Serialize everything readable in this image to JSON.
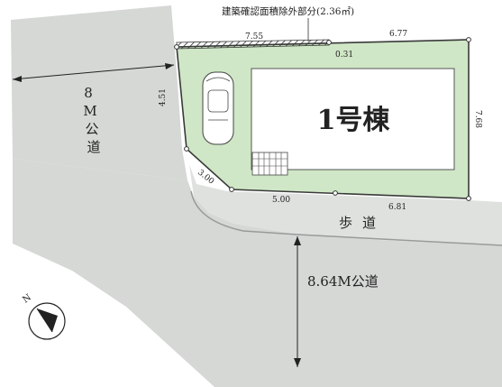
{
  "notes": {
    "setback_note": "建築確認面積除外部分(2.36㎡)"
  },
  "building": {
    "label": "1号棟"
  },
  "roads": {
    "left_road": {
      "char_8": "8",
      "char_m": "M",
      "char_ko": "公",
      "char_do": "道"
    },
    "bottom_road": "8.64M公道",
    "sidewalk": {
      "char_ho": "歩",
      "char_do": "道"
    }
  },
  "dimensions": {
    "top_left": "7.55",
    "top_right": "6.77",
    "notch": "0.31",
    "left_side": "4.51",
    "right_side": "7.68",
    "corner_cut": "3.00",
    "bottom_left": "5.00",
    "bottom_right": "6.81"
  },
  "compass": {
    "north": "N"
  },
  "colors": {
    "lot": "#cfe7c6",
    "road": "#d5d8d5",
    "building": "#ffffff",
    "outline": "#3a3a3a"
  }
}
